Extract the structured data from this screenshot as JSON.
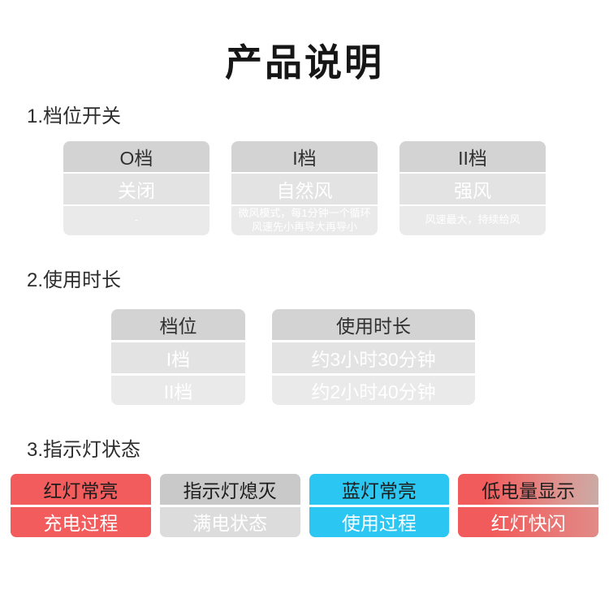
{
  "page": {
    "title": "产品说明"
  },
  "sections": {
    "gear": {
      "heading": "1.档位开关",
      "cards": [
        {
          "header": "O档",
          "value": "关闭",
          "desc": "-"
        },
        {
          "header": "I档",
          "value": "自然风",
          "desc": "微风模式，每1分钟一个循环\n风速先小再导大再导小"
        },
        {
          "header": "II档",
          "value": "强风",
          "desc": "风速最大，持续给风"
        }
      ]
    },
    "duration": {
      "heading": "2.使用时长",
      "gear_col": {
        "header": "档位",
        "rows": [
          "I档",
          "II档"
        ]
      },
      "time_col": {
        "header": "使用时长",
        "rows": [
          "约3小时30分钟",
          "约2小时40分钟"
        ]
      }
    },
    "indicator": {
      "heading": "3.指示灯状态",
      "cards": [
        {
          "header": "红灯常亮",
          "value": "充电过程",
          "style": "red"
        },
        {
          "header": "指示灯熄灭",
          "value": "满电状态",
          "style": "gray"
        },
        {
          "header": "蓝灯常亮",
          "value": "使用过程",
          "style": "blue"
        },
        {
          "header": "低电量显示",
          "value": "红灯快闪",
          "style": "red-gradient"
        }
      ]
    }
  },
  "colors": {
    "accent_red": "#f25c5c",
    "accent_blue": "#2cc6f2",
    "header_gray": "#d3d3d3",
    "row_gray_light": "#e3e3e3",
    "row_gray_lighter": "#eaeaea"
  }
}
